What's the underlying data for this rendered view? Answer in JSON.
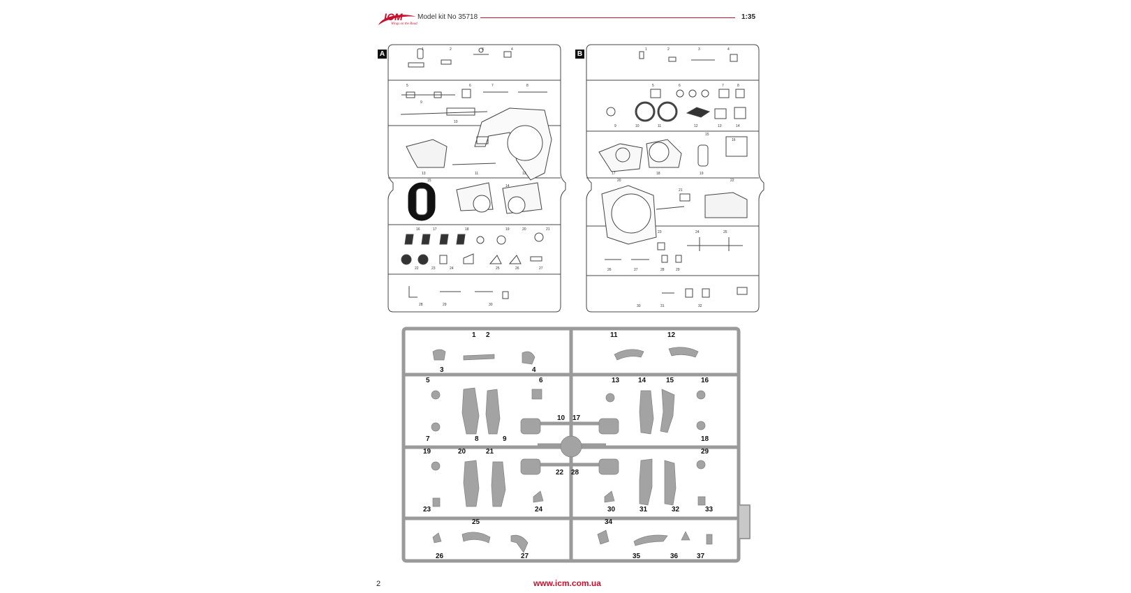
{
  "header": {
    "brand": "ICM",
    "tagline": "Wings on the Road",
    "title": "Model kit No 35718",
    "scale": "1:35",
    "brand_color": "#c8102e"
  },
  "sprues": {
    "A": {
      "letter": "A",
      "part_numbers": [
        "1",
        "2",
        "3",
        "4",
        "5",
        "6",
        "7",
        "8",
        "9",
        "10",
        "11",
        "12",
        "13",
        "14",
        "15",
        "16",
        "17",
        "18",
        "19",
        "20",
        "21",
        "22",
        "23",
        "24",
        "25",
        "26",
        "27",
        "28",
        "29",
        "30"
      ]
    },
    "B": {
      "letter": "B",
      "part_numbers": [
        "1",
        "2",
        "3",
        "4",
        "5",
        "6",
        "7",
        "8",
        "9",
        "10",
        "11",
        "12",
        "13",
        "14",
        "15",
        "16",
        "17",
        "18",
        "19",
        "20",
        "21",
        "22",
        "23",
        "24",
        "25",
        "26",
        "27",
        "28",
        "29",
        "30",
        "31",
        "32"
      ]
    },
    "figures": {
      "part_numbers": [
        "1",
        "2",
        "3",
        "4",
        "5",
        "6",
        "7",
        "8",
        "9",
        "10",
        "11",
        "12",
        "13",
        "14",
        "15",
        "16",
        "17",
        "18",
        "19",
        "20",
        "21",
        "22",
        "23",
        "24",
        "25",
        "26",
        "27",
        "28",
        "29",
        "30",
        "31",
        "32",
        "33",
        "34",
        "35",
        "36",
        "37"
      ]
    }
  },
  "footer": {
    "page_number": "2",
    "url": "www.icm.com.ua"
  }
}
